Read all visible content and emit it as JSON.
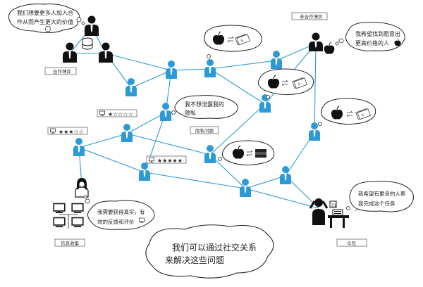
{
  "bubbles": {
    "top_left": [
      "我们想要更多人加入合",
      "作从而产生更大的价值"
    ],
    "top_right": [
      "我希望找到愿意出",
      "更高价格的人"
    ],
    "middle": [
      "我不想泄露我的",
      "隐私"
    ],
    "bottom_left": [
      "我需要获得真实，有",
      "效的反馈和评价"
    ],
    "right": [
      "我希望有更多的人帮",
      "我完成这个任务"
    ],
    "bottom_center": [
      "我们可以通过社交关系",
      "来解决这些问题"
    ]
  },
  "labels": {
    "cooperation": "合作博弈",
    "noncooperation": "非合作博弈",
    "privacy": "隐私问题",
    "info_collection": "信息收集",
    "crowdsourcing": "众包"
  },
  "ratings": {
    "r1": "★☆☆☆☆",
    "r2": "★★★☆☆",
    "r3": "★★★★★"
  },
  "colors": {
    "person_blue": "#2b9ad6",
    "line": "#2b9ad6",
    "black": "#111111",
    "apple": "#111111"
  },
  "icons": [
    "person-icon",
    "apple-icon",
    "money-icon",
    "exchange-icon",
    "monitor-icon",
    "database-icon",
    "woman-icon",
    "stressed-man-icon"
  ]
}
